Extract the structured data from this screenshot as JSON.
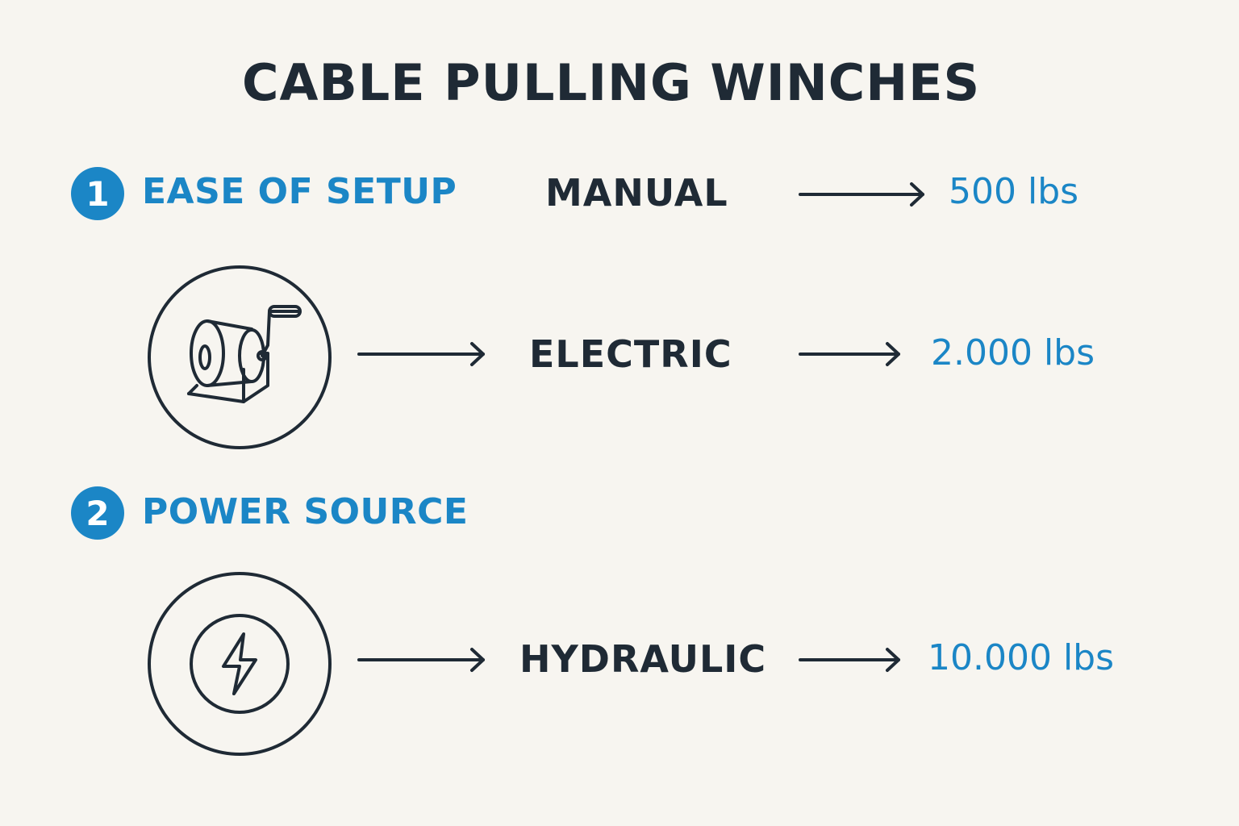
{
  "title": "CABLE PULLING WINCHES",
  "accent_color": "#1b86c6",
  "text_color": "#1f2a35",
  "sections": [
    {
      "number": "1",
      "label": "EASE OF SETUP"
    },
    {
      "number": "2",
      "label": "POWER SOURCE"
    }
  ],
  "icons": [
    {
      "name": "hand-crank-winch-icon"
    },
    {
      "name": "lightning-bolt-icon"
    }
  ],
  "winch_types": [
    {
      "label": "MANUAL",
      "capacity": "500 lbs"
    },
    {
      "label": "ELECTRIC",
      "capacity": "2.000 lbs"
    },
    {
      "label": "HYDRAULIC",
      "capacity": "10.000 lbs"
    }
  ]
}
